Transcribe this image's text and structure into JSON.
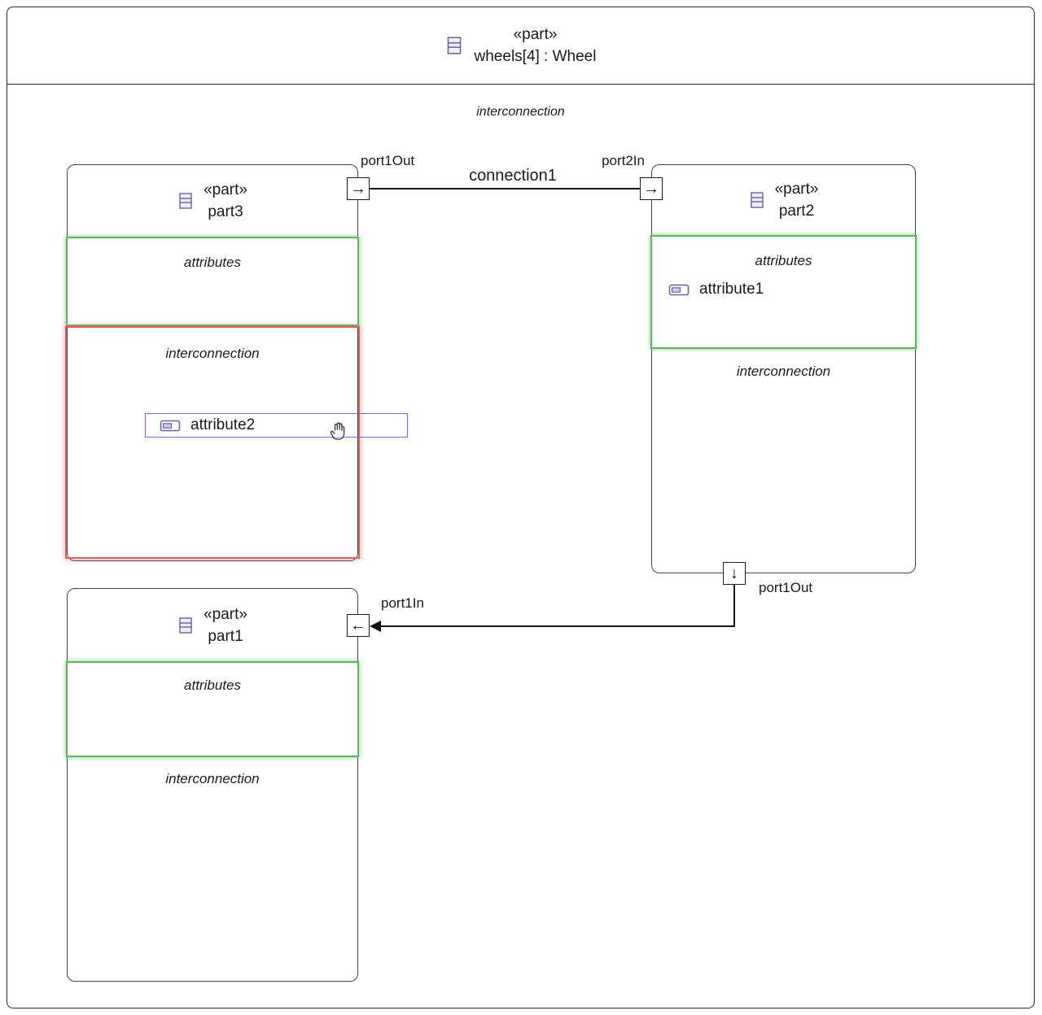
{
  "frame": {
    "stereotype": "«part»",
    "title": "wheels[4] : Wheel",
    "compartment_label": "interconnection"
  },
  "connection1": {
    "label": "connection1"
  },
  "ports": {
    "part3_port1Out": {
      "label": "port1Out",
      "arrow": "→"
    },
    "part2_port2In": {
      "label": "port2In",
      "arrow": "→"
    },
    "part2_port1Out": {
      "label": "port1Out",
      "arrow": "↓"
    },
    "part1_port1In": {
      "label": "port1In",
      "arrow": "←"
    }
  },
  "parts": [
    {
      "stereotype": "«part»",
      "name": "part3",
      "attributes_label": "attributes",
      "interconnection_label": "interconnection",
      "interconnection_items": [
        {
          "name": "attribute2",
          "selected": true
        }
      ]
    },
    {
      "stereotype": "«part»",
      "name": "part2",
      "attributes_label": "attributes",
      "attribute_items": [
        {
          "name": "attribute1"
        }
      ],
      "interconnection_label": "interconnection"
    },
    {
      "stereotype": "«part»",
      "name": "part1",
      "attributes_label": "attributes",
      "interconnection_label": "interconnection"
    }
  ],
  "colors": {
    "green_border": "#5cb85c",
    "red_border": "#e0605f",
    "selection_purple": "#8c64cf",
    "icon_purple": "#6c5fa7"
  }
}
